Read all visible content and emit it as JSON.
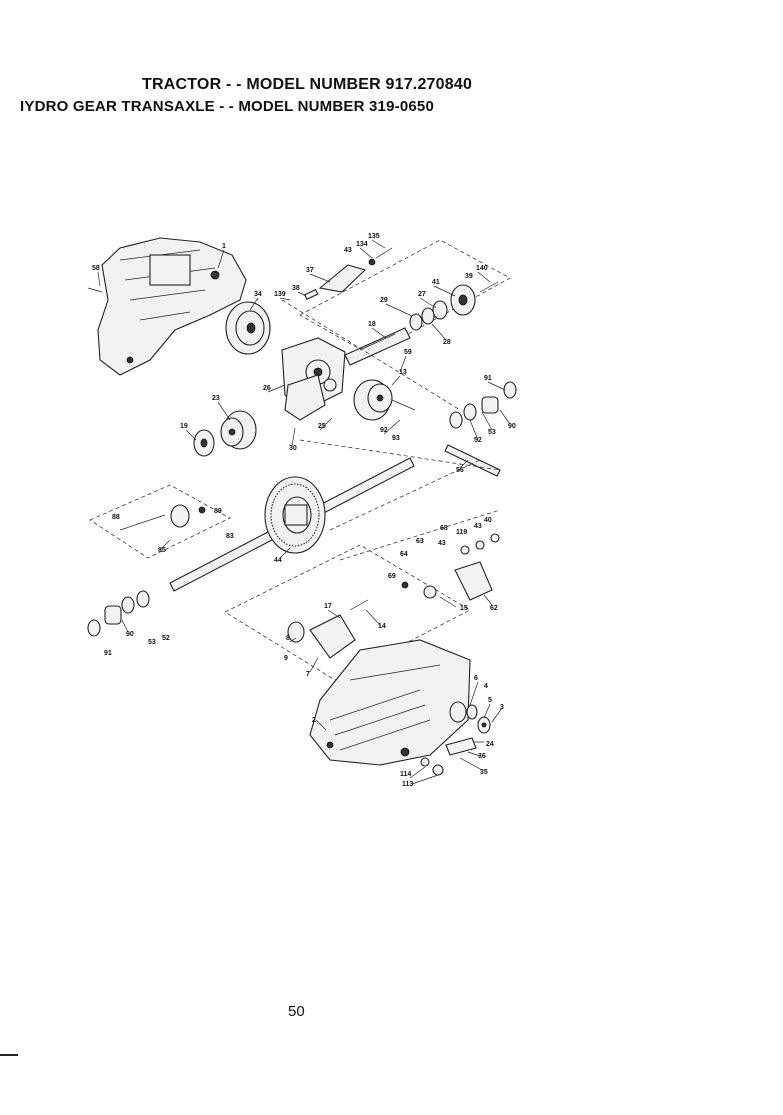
{
  "header": {
    "title_line1": "TRACTOR - - MODEL NUMBER 917.270840",
    "title_line2": "IYDRO GEAR TRANSAXLE - - MODEL NUMBER 319-0650"
  },
  "diagram": {
    "part_labels": [
      "1",
      "58",
      "135",
      "134",
      "43",
      "37",
      "140",
      "39",
      "38",
      "139",
      "34",
      "41",
      "27",
      "29",
      "18",
      "28",
      "59",
      "26",
      "13",
      "91",
      "23",
      "19",
      "25",
      "92",
      "93",
      "52",
      "53",
      "90",
      "30",
      "56",
      "88",
      "89",
      "83",
      "85",
      "44",
      "40",
      "43",
      "68",
      "119",
      "63",
      "64",
      "43",
      "69",
      "62",
      "15",
      "17",
      "14",
      "8",
      "9",
      "7",
      "90",
      "53",
      "52",
      "91",
      "6",
      "4",
      "5",
      "3",
      "2",
      "24",
      "36",
      "35",
      "114",
      "113"
    ]
  },
  "footer": {
    "page_number": "50"
  }
}
